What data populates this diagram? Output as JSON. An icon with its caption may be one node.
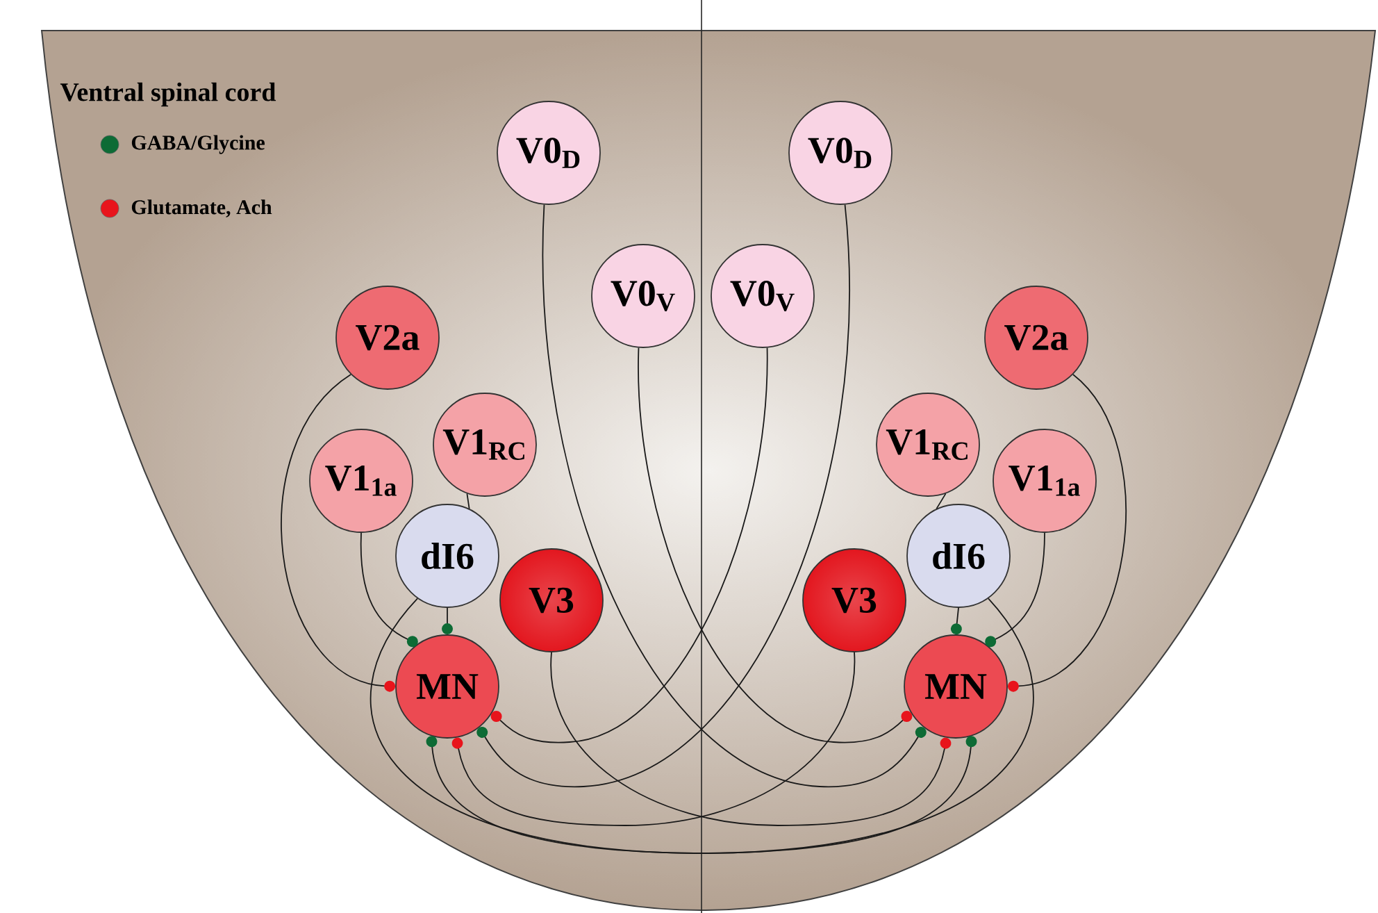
{
  "diagram": {
    "title": "Ventral spinal cord",
    "nodes": [
      {
        "text": [
          "V0$_{D}$"
        ]
      },
      {
        "text": [
          "V0$_{V}$"
        ]
      },
      {
        "text": [
          "V2a"
        ]
      },
      {
        "text": [
          "V1$_{RC}$"
        ]
      },
      {
        "text": [
          "V1$_{1a}$"
        ]
      },
      {
        "text": [
          "dI6"
        ]
      },
      {
        "text": [
          "V3"
        ]
      },
      {
        "text": [
          "MN"
        ]
      },
      {
        "text": [
          "V0$_{D}$"
        ]
      },
      {
        "text": [
          "V0$_{V}$"
        ]
      },
      {
        "text": [
          "V2a"
        ]
      },
      {
        "text": [
          "V1$_{RC}$"
        ]
      },
      {
        "text": [
          "V1$_{1a}$"
        ]
      },
      {
        "text": [
          "dI6"
        ]
      },
      {
        "text": [
          "V3"
        ]
      },
      {
        "text": [
          "MN"
        ]
      }
    ],
    "edges": [
      {
        "from": 2,
        "to": 7,
        "arrow": "other"
      },
      {
        "from": 4,
        "to": 7,
        "arrow": "other"
      },
      {
        "from": 5,
        "to": 7,
        "arrow": "other"
      },
      {
        "from": 3,
        "to": 5,
        "arrow": "none"
      },
      {
        "from": 5,
        "to": 15,
        "arrow": "other"
      },
      {
        "from": 6,
        "to": 15,
        "arrow": "other"
      },
      {
        "from": 1,
        "to": 15,
        "arrow": "other"
      },
      {
        "from": 0,
        "to": 15,
        "arrow": "other"
      },
      {
        "from": 10,
        "to": 15,
        "arrow": "other"
      },
      {
        "from": 12,
        "to": 15,
        "arrow": "other"
      },
      {
        "from": 13,
        "to": 15,
        "arrow": "other"
      },
      {
        "from": 11,
        "to": 13,
        "arrow": "none"
      },
      {
        "from": 13,
        "to": 7,
        "arrow": "other"
      },
      {
        "from": 14,
        "to": 7,
        "arrow": "other"
      },
      {
        "from": 9,
        "to": 7,
        "arrow": "other"
      },
      {
        "from": 8,
        "to": 7,
        "arrow": "other"
      }
    ],
    "legend": [
      {
        "text": "GABA/Glycine",
        "color": "#0d6b35"
      },
      {
        "text": "Glutamate, Ach",
        "color": "#e8141c"
      }
    ]
  }
}
